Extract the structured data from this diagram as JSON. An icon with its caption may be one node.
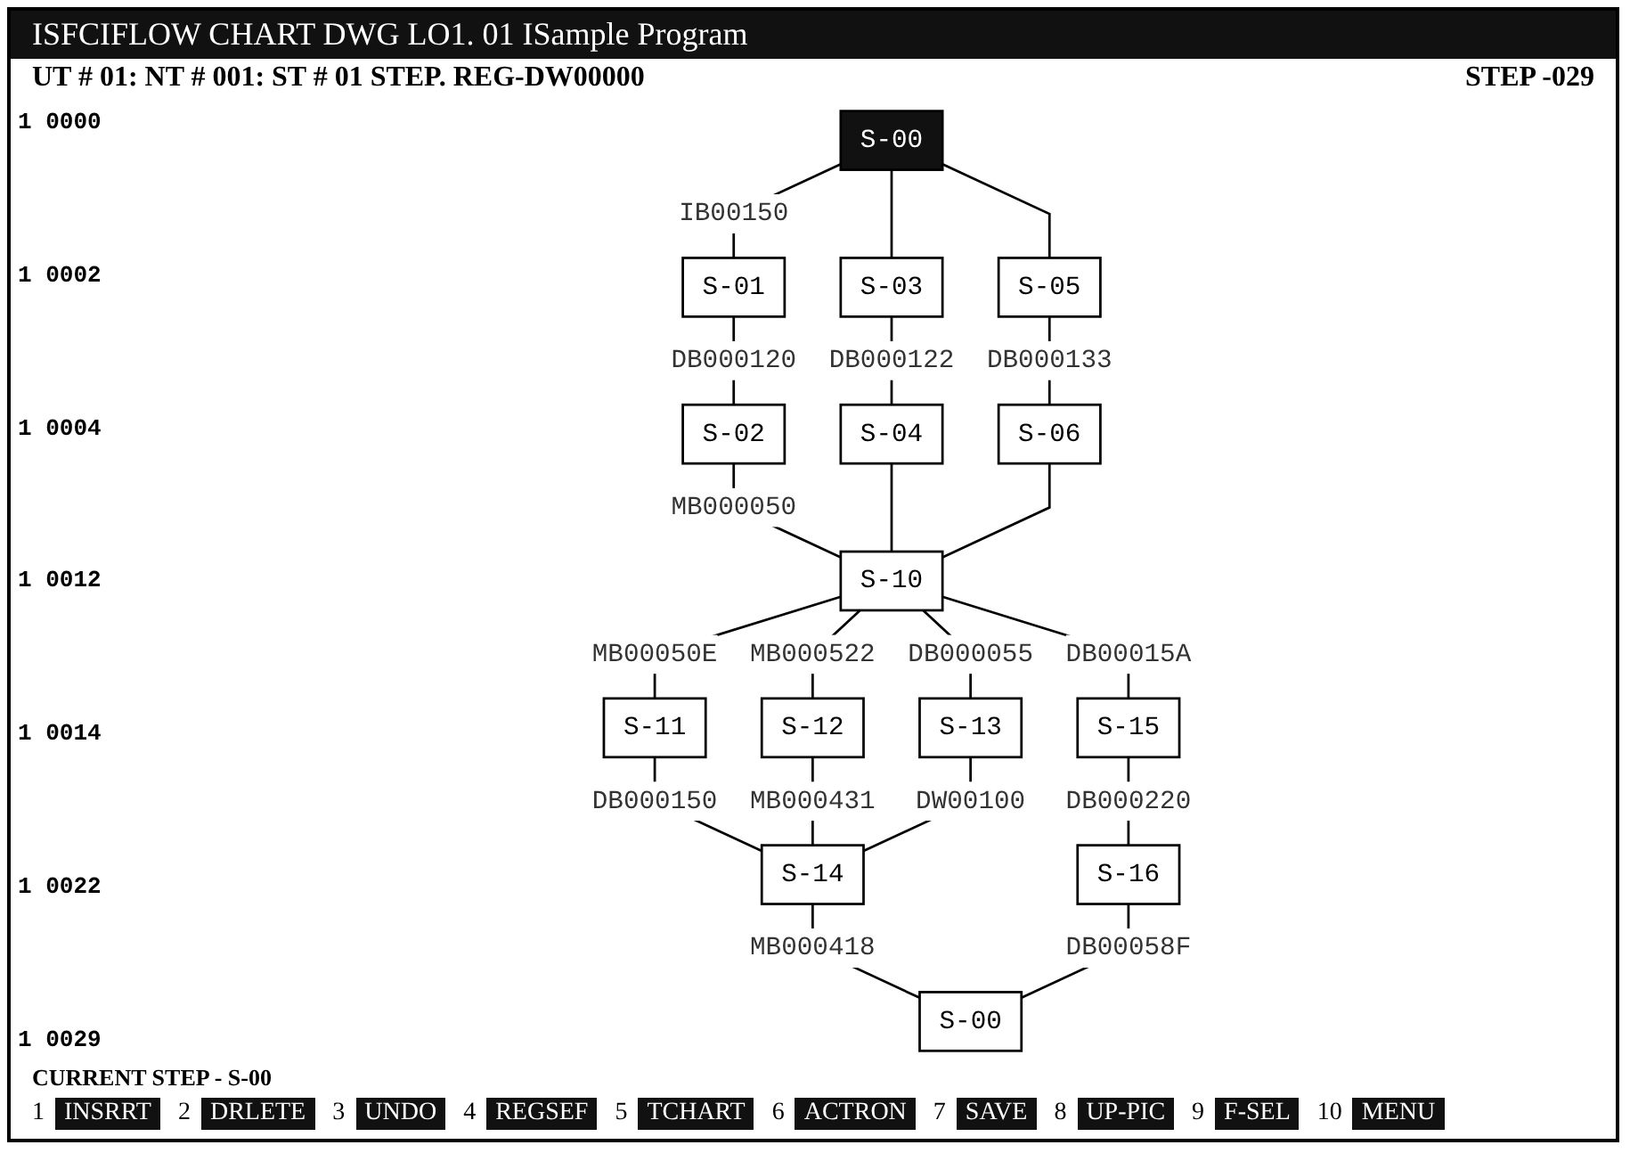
{
  "diagram": {
    "title": "ISFCIFLOW CHART DWG LO1. 01 ISample Program",
    "nodes": [
      {
        "text": [
          "S-00"
        ]
      },
      {
        "text": [
          "S-01"
        ]
      },
      {
        "text": [
          "S-03"
        ]
      },
      {
        "text": [
          "S-05"
        ]
      },
      {
        "text": [
          "S-02"
        ]
      },
      {
        "text": [
          "S-04"
        ]
      },
      {
        "text": [
          "S-06"
        ]
      },
      {
        "text": [
          "S-10"
        ]
      },
      {
        "text": [
          "S-11"
        ]
      },
      {
        "text": [
          "S-12"
        ]
      },
      {
        "text": [
          "S-13"
        ]
      },
      {
        "text": [
          "S-15"
        ]
      },
      {
        "text": [
          "S-14"
        ]
      },
      {
        "text": [
          "S-16"
        ]
      },
      {
        "text": [
          "S-00"
        ]
      }
    ],
    "edges": [
      {
        "from": 0,
        "to": 1,
        "arrow": "none",
        "label": "IB00150"
      },
      {
        "from": 0,
        "to": 2,
        "arrow": "none"
      },
      {
        "from": 0,
        "to": 3,
        "arrow": "none"
      },
      {
        "from": 1,
        "to": 4,
        "arrow": "none",
        "label": "DB000120"
      },
      {
        "from": 2,
        "to": 5,
        "arrow": "none",
        "label": "DB000122"
      },
      {
        "from": 3,
        "to": 6,
        "arrow": "none",
        "label": "DB000133"
      },
      {
        "from": 4,
        "to": 7,
        "arrow": "none",
        "label": "MB000050"
      },
      {
        "from": 5,
        "to": 7,
        "arrow": "none"
      },
      {
        "from": 6,
        "to": 7,
        "arrow": "none"
      },
      {
        "from": 7,
        "to": 8,
        "arrow": "none",
        "label": "MB00050E"
      },
      {
        "from": 7,
        "to": 9,
        "arrow": "none",
        "label": "MB000522"
      },
      {
        "from": 7,
        "to": 10,
        "arrow": "none",
        "label": "DB000055"
      },
      {
        "from": 7,
        "to": 11,
        "arrow": "none",
        "label": "DB00015A"
      },
      {
        "from": 8,
        "to": 12,
        "arrow": "none",
        "label": "DB000150"
      },
      {
        "from": 9,
        "to": 12,
        "arrow": "none",
        "label": "MB000431"
      },
      {
        "from": 10,
        "to": 12,
        "arrow": "none",
        "label": "DW00100"
      },
      {
        "from": 11,
        "to": 13,
        "arrow": "none",
        "label": "DB000220"
      },
      {
        "from": 12,
        "to": 14,
        "arrow": "none",
        "label": "MB000418"
      },
      {
        "from": 13,
        "to": 14,
        "arrow": "none",
        "label": "DB00058F"
      }
    ],
    "labels": [
      "UT # 01: NT # 001: ST # 01 STEP. REG-DW00000",
      "STEP -029",
      "1 0000",
      "1 0002",
      "1 0004",
      "1 0012",
      "1 0014",
      "1 0022",
      "1 0029",
      "CURRENT STEP - S-00",
      "1",
      "INSRRT",
      "2",
      "DRLETE",
      "3",
      "UNDO",
      "4",
      "REGSEF",
      "5",
      "TCHART",
      "6",
      "ACTRON",
      "7",
      "SAVE",
      "8",
      "UP-PIC",
      "9",
      "F-SEL",
      "10",
      "MENU"
    ]
  }
}
